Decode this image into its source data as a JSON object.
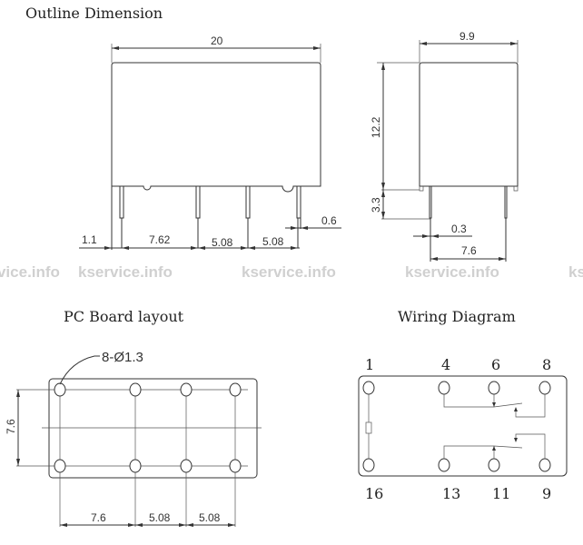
{
  "titles": {
    "outline": "Outline Dimension",
    "pcb": "PC Board layout",
    "wiring": "Wiring Diagram"
  },
  "watermark": "kservice.info",
  "outline": {
    "width": "20",
    "pitch1": "1.1",
    "pitch2": "7.62",
    "pitch3": "5.08",
    "pitch4": "5.08",
    "pin_width": "0.6",
    "depth": "9.9",
    "height": "12.2",
    "pin_length": "3.3",
    "pin_thickness": "0.3",
    "pin_spacing": "7.6"
  },
  "pcb": {
    "holes": "8-Ø1.3",
    "row_spacing": "7.6",
    "col1": "7.6",
    "col2": "5.08",
    "col3": "5.08"
  },
  "wiring": {
    "top_pins": [
      "1",
      "4",
      "6",
      "8"
    ],
    "bottom_pins": [
      "16",
      "13",
      "11",
      "9"
    ]
  }
}
